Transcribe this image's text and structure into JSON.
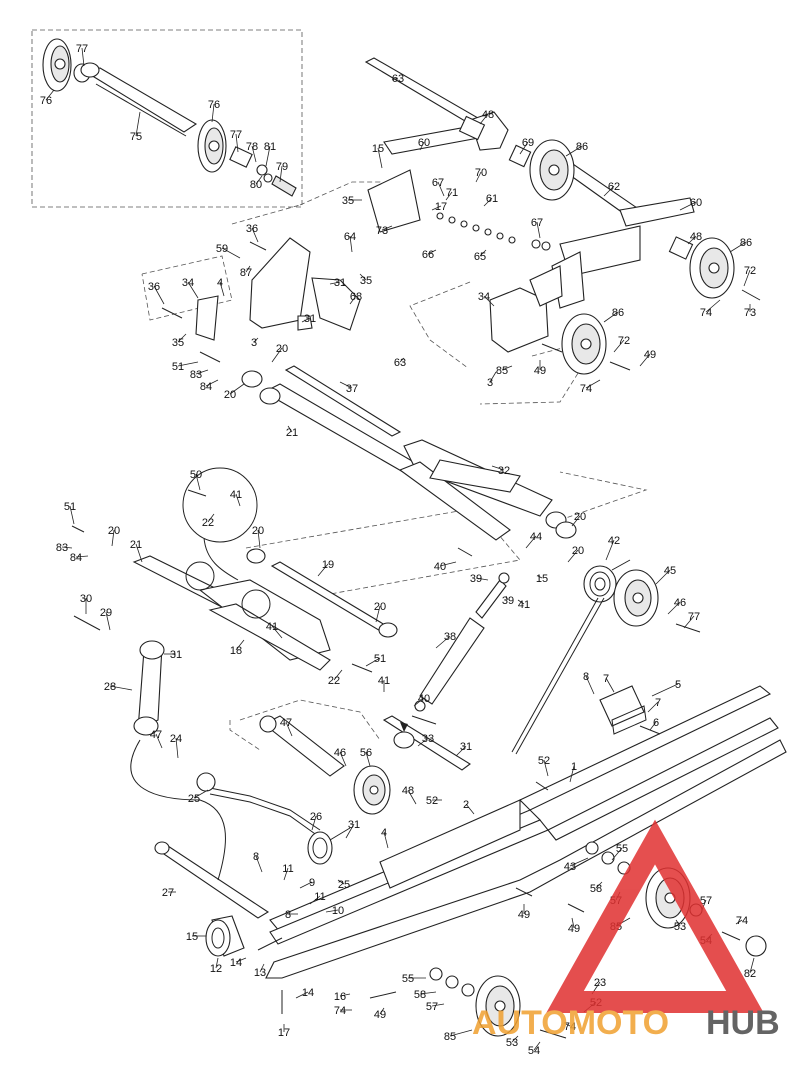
{
  "watermark": {
    "brand_part1": "AUTOMOTO",
    "brand_part2": "HUB",
    "color_orange": "#f0a030",
    "color_red": "#e03030",
    "color_gray": "#4a4a4a"
  },
  "callouts": {
    "c1": "77",
    "c2": "76",
    "c3": "75",
    "c4": "76",
    "c5": "77",
    "c6": "78",
    "c7": "81",
    "c8": "79",
    "c9": "80",
    "c10": "63",
    "c11": "48",
    "c12": "60",
    "c13": "69",
    "c14": "86",
    "c15": "15",
    "c16": "67",
    "c17": "70",
    "c18": "71",
    "c19": "62",
    "c20": "35",
    "c21": "17",
    "c22": "61",
    "c23": "60",
    "c24": "73",
    "c25": "67",
    "c26": "36",
    "c27": "64",
    "c28": "66",
    "c29": "65",
    "c30": "48",
    "c31": "86",
    "c32": "59",
    "c33": "87",
    "c34": "35",
    "c35": "72",
    "c36": "36",
    "c37": "34",
    "c38": "4",
    "c39": "31",
    "c40": "68",
    "c41": "74",
    "c42": "73",
    "c43": "35",
    "c44": "31",
    "c45": "34",
    "c46": "86",
    "c47": "3",
    "c48": "20",
    "c49": "63",
    "c50": "72",
    "c51": "51",
    "c52": "83",
    "c53": "84",
    "c54": "20",
    "c55": "37",
    "c56": "3",
    "c57": "85",
    "c58": "49",
    "c59": "49",
    "c60": "74",
    "c61": "21",
    "c62": "32",
    "c63": "50",
    "c64": "41",
    "c65": "22",
    "c66": "51",
    "c67": "20",
    "c68": "20",
    "c69": "83",
    "c70": "84",
    "c71": "20",
    "c72": "21",
    "c73": "44",
    "c74": "42",
    "c75": "19",
    "c76": "40",
    "c77": "39",
    "c78": "15",
    "c79": "20",
    "c80": "45",
    "c81": "39",
    "c82": "41",
    "c83": "30",
    "c84": "29",
    "c85": "20",
    "c86": "46",
    "c87": "77",
    "c88": "31",
    "c89": "18",
    "c90": "41",
    "c91": "38",
    "c92": "28",
    "c93": "51",
    "c94": "22",
    "c95": "41",
    "c96": "8",
    "c97": "7",
    "c98": "5",
    "c99": "40",
    "c100": "7",
    "c101": "47",
    "c102": "33",
    "c103": "6",
    "c104": "47",
    "c105": "24",
    "c106": "46",
    "c107": "56",
    "c108": "31",
    "c109": "52",
    "c110": "1",
    "c111": "48",
    "c112": "52",
    "c113": "25",
    "c114": "2",
    "c115": "26",
    "c116": "31",
    "c117": "4",
    "c118": "43",
    "c119": "55",
    "c120": "8",
    "c121": "11",
    "c122": "58",
    "c123": "9",
    "c124": "25",
    "c125": "27",
    "c126": "57",
    "c127": "49",
    "c128": "57",
    "c129": "74",
    "c130": "8",
    "c131": "11",
    "c132": "10",
    "c133": "49",
    "c134": "85",
    "c135": "53",
    "c136": "54",
    "c137": "15",
    "c138": "14",
    "c139": "12",
    "c140": "13",
    "c141": "82",
    "c142": "23",
    "c143": "55",
    "c144": "14",
    "c145": "16",
    "c146": "58",
    "c147": "57",
    "c148": "52",
    "c149": "74",
    "c150": "49",
    "c151": "17",
    "c152": "85",
    "c153": "74",
    "c154": "53",
    "c155": "54"
  }
}
